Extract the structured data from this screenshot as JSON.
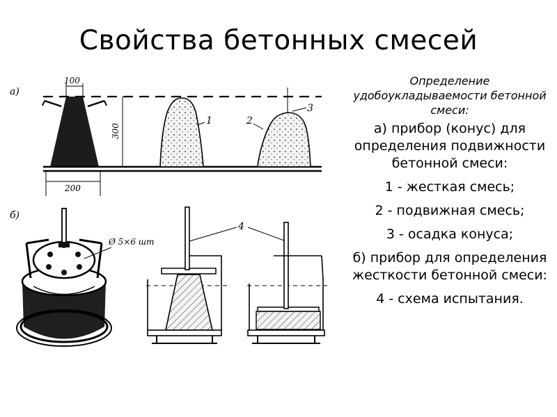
{
  "title": "Свойства бетонных смесей",
  "figure": {
    "label_a": "а)",
    "label_b": "б)",
    "dim_top": "100",
    "dim_height": "300",
    "dim_bottom": "200",
    "mark_1": "1",
    "mark_2": "2",
    "mark_3": "3",
    "mark_4": "4",
    "holes_note": "Ø 5×6 шт"
  },
  "caption": {
    "intro": "Определение удобоукладываемости бетонной смеси:",
    "a": "а) прибор (конус) для определения подвижности бетонной смеси:",
    "item1": "1 - жесткая смесь;",
    "item2": "2 - подвижная смесь;",
    "item3": "3 - осадка конуса;",
    "b": "б) прибор для определения жесткости бетонной смеси:",
    "item4": "4 - схема испытания."
  }
}
